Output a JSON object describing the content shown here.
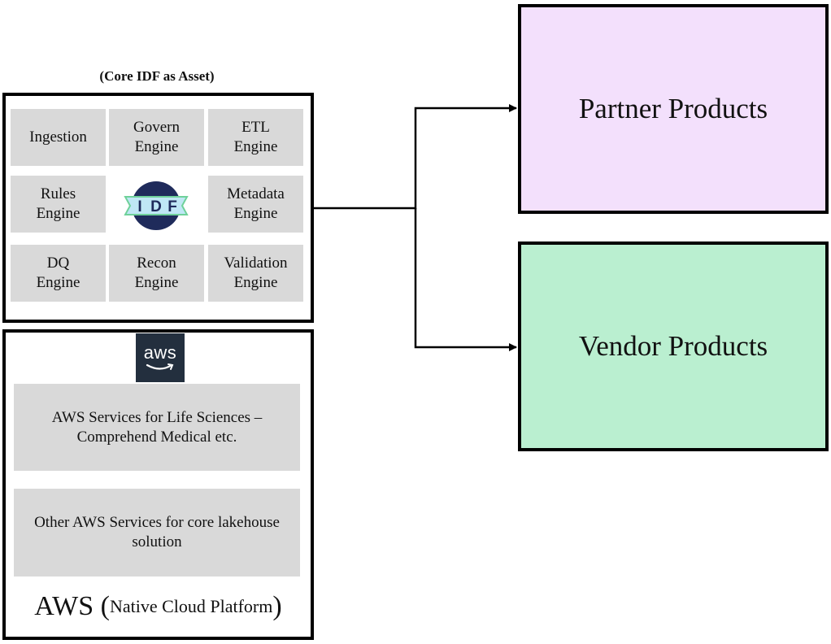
{
  "core": {
    "caption": "(Core IDF as Asset)",
    "cells": [
      {
        "label": "Ingestion"
      },
      {
        "label": "Govern\nEngine"
      },
      {
        "label": "ETL\nEngine"
      },
      {
        "label": "Rules\nEngine"
      },
      {
        "label": "Metadata\nEngine"
      },
      {
        "label": "DQ\nEngine"
      },
      {
        "label": "Recon\nEngine"
      },
      {
        "label": "Validation\nEngine"
      }
    ],
    "logo": {
      "letters": [
        "I",
        "D",
        "F"
      ],
      "ring_color": "#1f2b5b",
      "band_color": "#bfe7f5",
      "accent_color": "#6fd19a"
    }
  },
  "aws": {
    "logo_text": "aws",
    "logo_bg": "#232f3e",
    "logo_smile": "#ffffff",
    "services": [
      {
        "label": "AWS Services for Life Sciences –\nComprehend Medical etc."
      },
      {
        "label": "Other AWS Services for core lakehouse\nsolution"
      }
    ],
    "title_main": "AWS",
    "title_open": " (",
    "title_sub": "Native Cloud Platform",
    "title_close": ")"
  },
  "targets": {
    "partner": {
      "label": "Partner Products",
      "color": "#f3e0fc"
    },
    "vendor": {
      "label": "Vendor Products",
      "color": "#baefd0"
    }
  }
}
